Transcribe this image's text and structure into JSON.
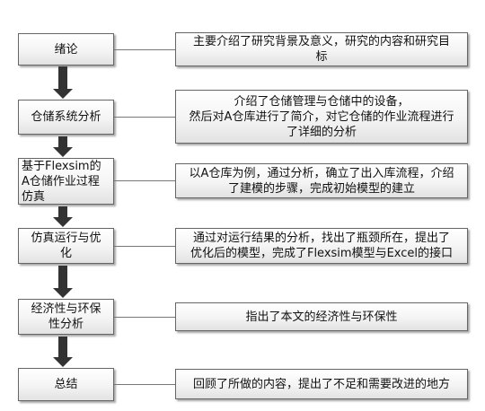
{
  "steps": [
    {
      "label_lines": [
        "绪论"
      ]
    },
    {
      "label_lines": [
        "仓储系统分析"
      ]
    },
    {
      "label_lines": [
        "基于Flexsim的",
        "A仓储作业过程",
        "仿真"
      ]
    },
    {
      "label_lines": [
        "仿真运行与优",
        "化"
      ]
    },
    {
      "label_lines": [
        "经济性与环保",
        "性分析"
      ]
    },
    {
      "label_lines": [
        "总结"
      ]
    }
  ],
  "descriptions": [
    {
      "lines": [
        "主要介绍了研究背景及意义，研究的内容和研究目",
        "标"
      ]
    },
    {
      "lines": [
        "介绍了仓储管理与仓储中的设备，",
        "然后对A仓库进行了简介，对它仓储的作业流程进行",
        "了详细的分析"
      ]
    },
    {
      "lines": [
        "以A仓库为例，通过分析，确立了出入库流程，介绍",
        "了建模的步骤，完成初始模型的建立"
      ]
    },
    {
      "lines": [
        "通过对运行结果的分析，找出了瓶颈所在，提出了",
        "优化后的模型，完成了Flexsim模型与Excel的接口"
      ]
    },
    {
      "lines": [
        "指出了本文的经济性与环保性"
      ]
    },
    {
      "lines": [
        "回顾了所做的内容，提出了不足和需要改进的地方"
      ]
    }
  ]
}
